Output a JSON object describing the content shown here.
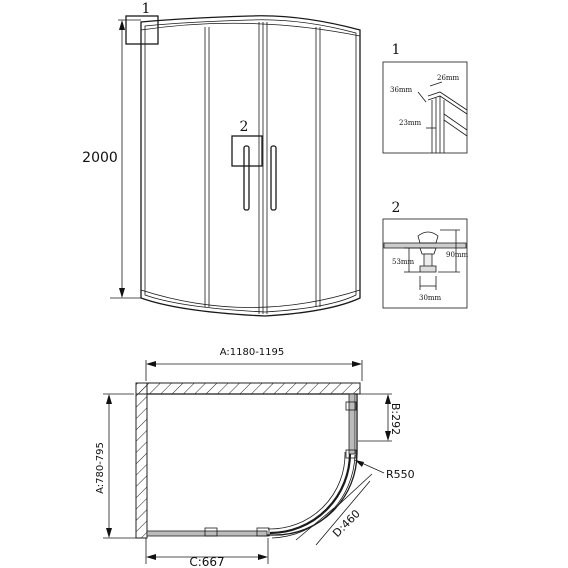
{
  "elevation": {
    "height_label": "2000",
    "callout_top": "1",
    "callout_handle": "2"
  },
  "detail_1": {
    "number": "1",
    "dims": [
      "26mm",
      "36mm",
      "23mm"
    ]
  },
  "detail_2": {
    "number": "2",
    "dims": [
      "53mm",
      "90mm",
      "30mm"
    ]
  },
  "plan": {
    "width_label": "A:1180-1195",
    "depth_label": "A:780-795",
    "side_label": "C:667",
    "diagonal_label": "D:460",
    "radius_label": "R550",
    "fixed_panel_label": "B:292"
  }
}
